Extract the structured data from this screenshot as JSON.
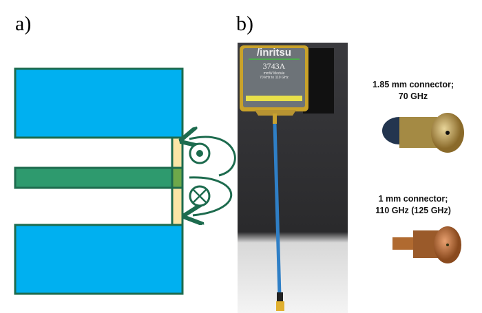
{
  "panels": {
    "a_label": "a)",
    "b_label": "b)"
  },
  "module": {
    "brand": "/inritsu",
    "model": "3743A",
    "line1": "mmW Module",
    "line2": "70 kHz to 110 GHz"
  },
  "connectors": [
    {
      "line1": "1.85 mm connector;",
      "line2": "70 GHz"
    },
    {
      "line1": "1 mm connector;",
      "line2": "110 GHz (125 GHz)"
    }
  ],
  "colors": {
    "metal_blue": "#00b0f0",
    "border_green": "#1d6b4e",
    "strip_green": "#2e9a6e",
    "dielectric": "#fbe5a6"
  }
}
